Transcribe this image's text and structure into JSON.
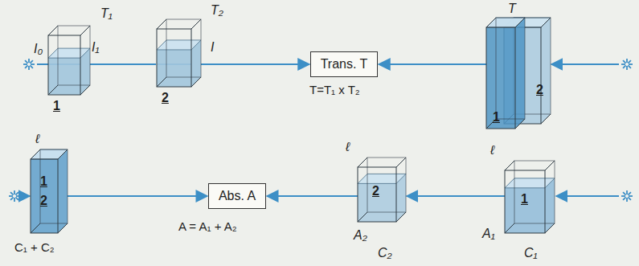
{
  "diagram": {
    "nodes": [
      {
        "text": [
          "1"
        ]
      },
      {
        "text": [
          "2"
        ]
      },
      {
        "text": [
          "Trans. T"
        ]
      },
      {
        "text": [
          "1",
          "2"
        ]
      },
      {
        "text": [
          "1",
          "2"
        ]
      },
      {
        "text": [
          "Abs. A"
        ]
      },
      {
        "text": [
          "2"
        ]
      },
      {
        "text": [
          "1"
        ]
      }
    ],
    "edges": [
      {
        "from": 0,
        "to": 1,
        "arrow": "none"
      },
      {
        "from": 1,
        "to": 2,
        "arrow": "to"
      },
      {
        "from": 3,
        "to": 2,
        "arrow": "to"
      },
      {
        "from": 4,
        "to": 5,
        "arrow": "to"
      },
      {
        "from": 7,
        "to": 6,
        "arrow": "to"
      },
      {
        "from": 6,
        "to": 5,
        "arrow": "to"
      }
    ],
    "labels": [
      "T₁",
      "I₀",
      "I₁",
      "T₂",
      "I",
      "T=T₁ x T₂",
      "T",
      "ℓ",
      "C₁ + C₂",
      "A = A₁ + A₂",
      "ℓ",
      "A₂",
      "C₂",
      "ℓ",
      "A₁",
      "C₁"
    ]
  }
}
